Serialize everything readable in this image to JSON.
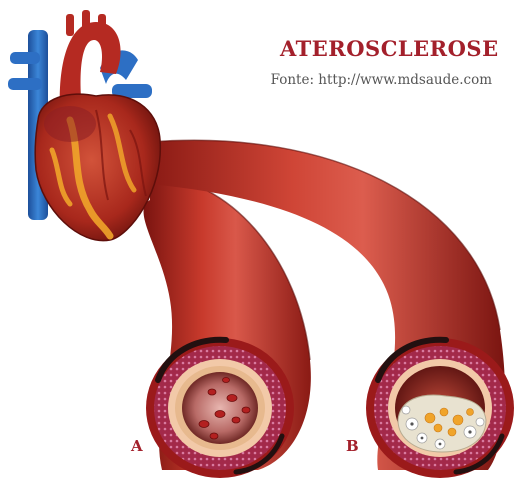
{
  "title": "ATEROSCLEROSE",
  "source": "Fonte: http://www.mdsaude.com",
  "labels": {
    "a": "A",
    "b": "B"
  },
  "colors": {
    "title": "#a3202b",
    "artery": "#b52a22",
    "artery_dark": "#7a1410",
    "vessel_blue": "#2d6fc4",
    "fat": "#f0a42a",
    "plaque": "#e8e2d0"
  }
}
